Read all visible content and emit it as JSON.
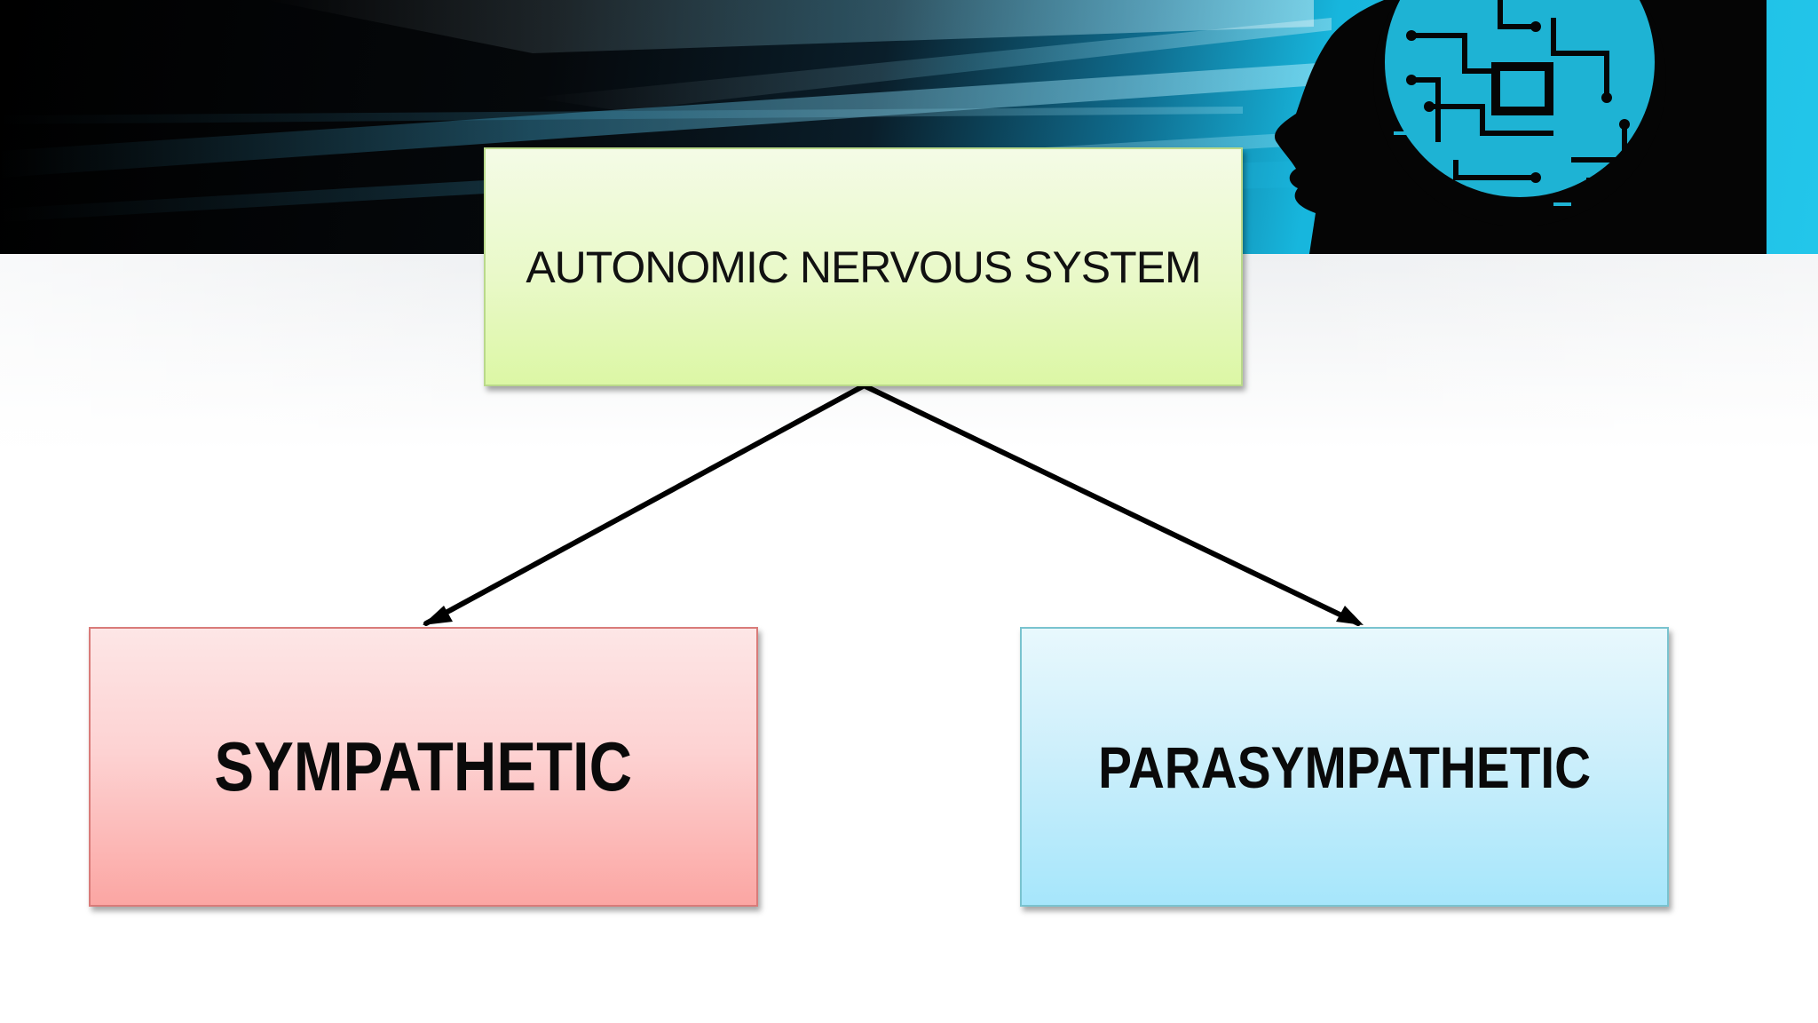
{
  "diagram": {
    "root": {
      "label": "AUTONOMIC NERVOUS SYSTEM"
    },
    "children": [
      {
        "label": "SYMPATHETIC"
      },
      {
        "label": "PARASYMPATHETIC"
      }
    ]
  },
  "colors": {
    "root_fill": "#e9f9c8",
    "sympathetic_fill": "#fdd2d2",
    "parasympathetic_fill": "#cdeffb",
    "banner_accent": "#23c6ea",
    "connector": "#000000"
  },
  "icons": {
    "banner_graphic": "circuit-brain-head-icon"
  }
}
